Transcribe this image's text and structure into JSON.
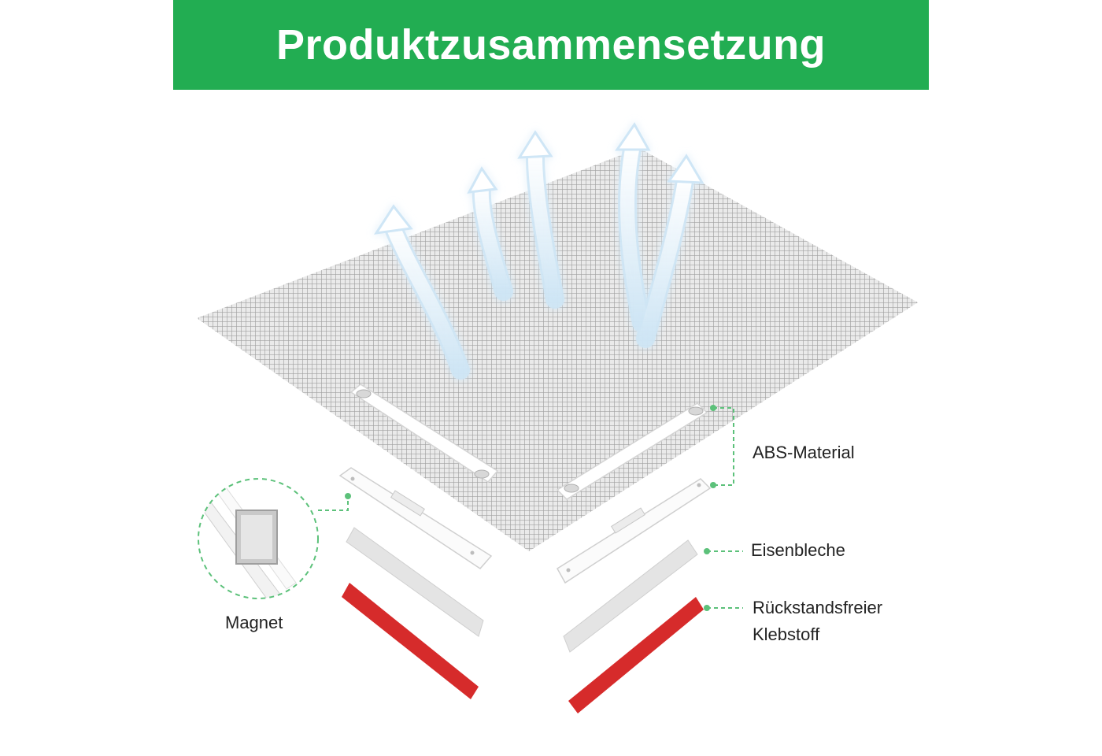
{
  "header": {
    "title": "Produktzusammensetzung",
    "background_color": "#22ad52",
    "text_color": "#ffffff"
  },
  "labels": {
    "abs_material": "ABS-Material",
    "iron_plates": "Eisenbleche",
    "adhesive_line1": "Rückstandsfreier",
    "adhesive_line2": "Klebstoff",
    "magnet": "Magnet"
  },
  "colors": {
    "mesh": "#9a9a9a",
    "callout_line": "#5cc17a",
    "adhesive_strip": "#d62b2b",
    "iron_strip": "#e4e4e4",
    "airflow_arrows": "#d8ecf8"
  },
  "icons": [
    "airflow-arrow-icon",
    "magnet-zoom-icon"
  ]
}
